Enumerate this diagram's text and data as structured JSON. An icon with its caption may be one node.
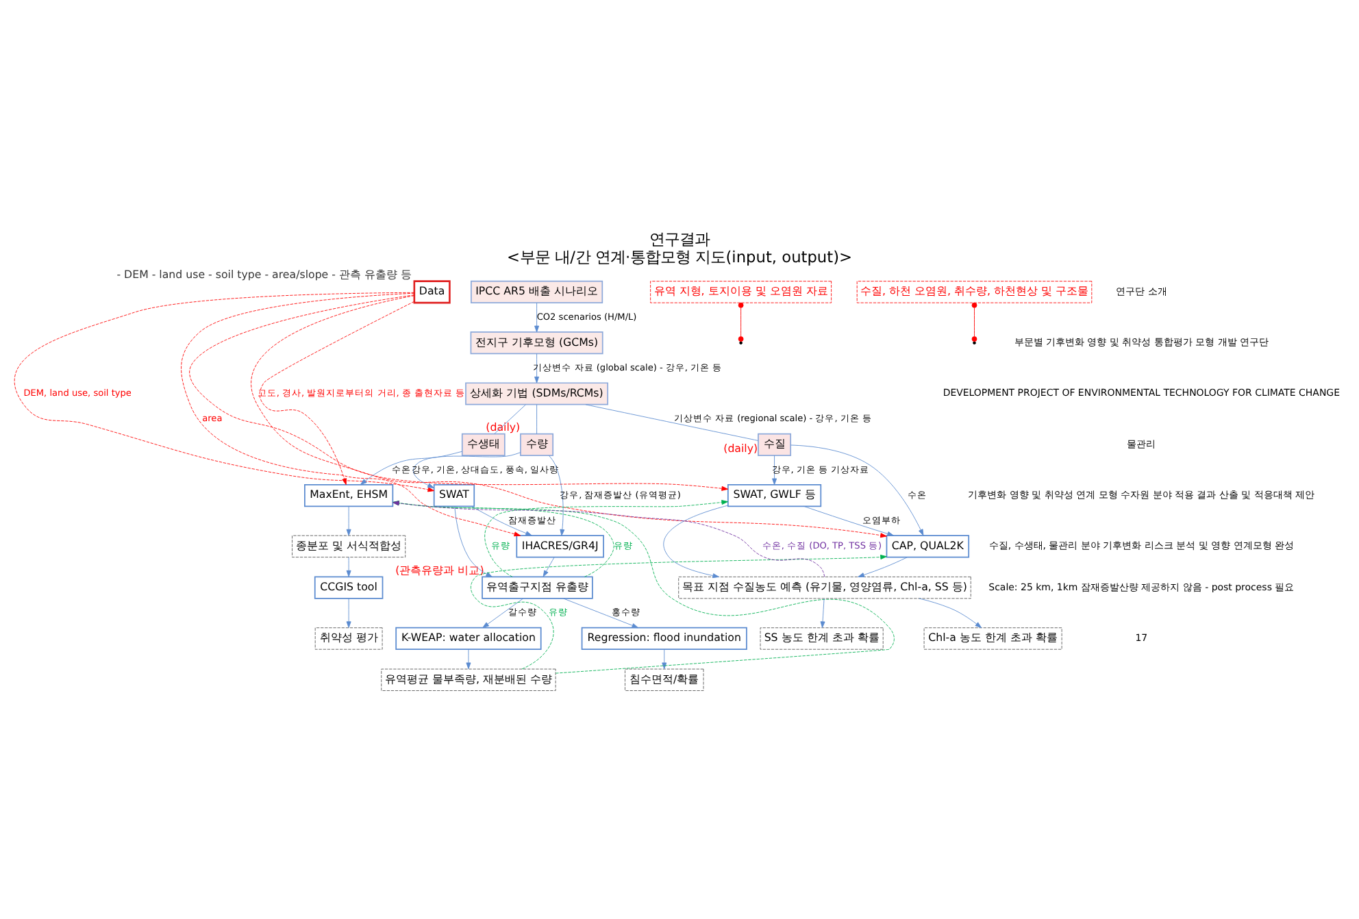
{
  "diagram": {
    "title": "연구결과",
    "caption": "<부문 내/간 연계·통합모형 지도(input, output)>",
    "nodes": [
      {
        "text": [
          "Data"
        ],
        "beside": [
          "- DEM - land use - soil type - area/slope - 관측 유출량 등"
        ]
      },
      {
        "text": [
          "IPCC AR5 배출 시나리오"
        ]
      },
      {
        "text": [
          "전지구 기후모형 (GCMs)"
        ]
      },
      {
        "text": [
          "상세화 기법 (SDMs/RCMs)"
        ]
      },
      {
        "text": [
          "수량"
        ],
        "beside": [
          "(daily)"
        ]
      },
      {
        "text": [
          "수질"
        ],
        "beside": [
          "(daily)"
        ]
      },
      {
        "text": [
          "수생태"
        ]
      },
      {
        "text": [
          "SWAT"
        ]
      },
      {
        "text": [
          "IHACRES/GR4J"
        ]
      },
      {
        "text": [
          "유역출구지점 유출량"
        ],
        "beside": [
          "(관측유량과 비교)"
        ]
      },
      {
        "text": [
          "Regression: flood inundation"
        ]
      },
      {
        "text": [
          "K-WEAP: water allocation"
        ]
      },
      {
        "text": [
          "침수면적/확률"
        ]
      },
      {
        "text": [
          "유역평균 물부족량, 재분배된 수량"
        ]
      },
      {
        "text": [
          "SWAT, GWLF 등"
        ]
      },
      {
        "text": [
          "CAP, QUAL2K"
        ]
      },
      {
        "text": [
          "목표 지점 수질농도 예측 (유기물, 영양염류, Chl-a, SS 등)"
        ]
      },
      {
        "text": [
          "Chl-a 농도 한계 초과 확률"
        ]
      },
      {
        "text": [
          "SS 농도 한계 초과 확률"
        ]
      },
      {
        "text": [
          "MaxEnt, EHSM"
        ]
      },
      {
        "text": [
          "종분포 및 서식적합성"
        ]
      },
      {
        "text": [
          "CCGIS tool"
        ]
      },
      {
        "text": [
          "취약성 평가"
        ]
      },
      {
        "text": [
          "유역 지형, 토지이용 및 오염원 자료"
        ]
      },
      {
        "text": [
          "수질, 하천 오염원, 취수량, 하천현상 및 구조물"
        ]
      }
    ],
    "edges": [
      {
        "from": 1,
        "to": 2,
        "arrow": "to",
        "label": "CO2 scenarios (H/M/L)"
      },
      {
        "from": 2,
        "to": 3,
        "arrow": "to",
        "label": "기상변수 자료 (global scale) - 강우, 기온 등"
      },
      {
        "from": 3,
        "to": 4,
        "arrow": "none"
      },
      {
        "from": 3,
        "to": 5,
        "arrow": "none",
        "label": "기상변수 자료 (regional scale) - 강우, 기온 등"
      },
      {
        "from": 3,
        "to": 6,
        "arrow": "none"
      },
      {
        "from": 4,
        "to": 7,
        "arrow": "to",
        "label": "강우, 기온, 상대습도, 풍속, 일사량"
      },
      {
        "from": 4,
        "to": 8,
        "arrow": "to",
        "label": "강우, 잠재증발산 (유역평균)"
      },
      {
        "from": 7,
        "to": 8,
        "arrow": "to",
        "label": "잠재증발산"
      },
      {
        "from": 7,
        "to": 9,
        "arrow": "to"
      },
      {
        "from": 8,
        "to": 9,
        "arrow": "to"
      },
      {
        "from": 9,
        "to": 10,
        "arrow": "to",
        "label": "홍수량"
      },
      {
        "from": 9,
        "to": 11,
        "arrow": "to",
        "label": "갈수량"
      },
      {
        "from": 10,
        "to": 12,
        "arrow": "to"
      },
      {
        "from": 11,
        "to": 13,
        "arrow": "to"
      },
      {
        "from": 5,
        "to": 14,
        "arrow": "to",
        "label": "강우, 기온 등 기상자료"
      },
      {
        "from": 5,
        "to": 15,
        "arrow": "to",
        "label": "수온"
      },
      {
        "from": 14,
        "to": 15,
        "arrow": "to",
        "label": "오염부하"
      },
      {
        "from": 14,
        "to": 16,
        "arrow": "to"
      },
      {
        "from": 15,
        "to": 16,
        "arrow": "to"
      },
      {
        "from": 16,
        "to": 17,
        "arrow": "to"
      },
      {
        "from": 16,
        "to": 18,
        "arrow": "to"
      },
      {
        "from": 6,
        "to": 19,
        "arrow": "to",
        "label": "수온"
      },
      {
        "from": 19,
        "to": 20,
        "arrow": "to"
      },
      {
        "from": 20,
        "to": 21,
        "arrow": "to"
      },
      {
        "from": 21,
        "to": 22,
        "arrow": "to"
      },
      {
        "from": 0,
        "to": 7,
        "arrow": "to",
        "style": "dashed",
        "color": "#ff0000",
        "label": "DEM, land use, soil type"
      },
      {
        "from": 0,
        "to": 8,
        "arrow": "to",
        "style": "dashed",
        "color": "#ff0000",
        "label": "area"
      },
      {
        "from": 0,
        "to": 14,
        "arrow": "to",
        "style": "dashed",
        "color": "#ff0000"
      },
      {
        "from": 0,
        "to": 15,
        "arrow": "to",
        "style": "dashed",
        "color": "#ff0000"
      },
      {
        "from": 0,
        "to": 19,
        "arrow": "to",
        "style": "dashed",
        "color": "#ff0000",
        "label": "고도, 경사, 발원지로부터의 거리, 종 출현자료 등"
      },
      {
        "from": 9,
        "to": 14,
        "arrow": "to",
        "style": "dashed",
        "color": "#00b050",
        "label": "유량"
      },
      {
        "from": 9,
        "to": 19,
        "arrow": "to",
        "style": "dashed",
        "color": "#00b050",
        "label": "유량"
      },
      {
        "from": 13,
        "to": 15,
        "arrow": "to",
        "style": "dashed",
        "color": "#00b050",
        "label": "유량"
      },
      {
        "from": 13,
        "to": 19,
        "arrow": "to",
        "style": "dashed",
        "color": "#00b050"
      },
      {
        "from": 16,
        "to": 19,
        "arrow": "to",
        "style": "dashed",
        "color": "#7030a0",
        "label": "수온, 수질 (DO, TP, TSS 등)"
      },
      {
        "from": 23,
        "to": null,
        "arrow": "other",
        "color": "#ff0000"
      },
      {
        "from": 24,
        "to": null,
        "arrow": "other",
        "color": "#ff0000"
      }
    ],
    "labels": [
      "연구단 소개",
      "부문별 기후변화 영향 및 취약성 통합평가 모형 개발 연구단",
      "DEVELOPMENT PROJECT OF ENVIRONMENTAL TECHNOLOGY FOR CLIMATE CHANGE",
      "물관리",
      "기후변화 영향 및 취약성 연계 모형 수자원 분야 적용 결과 산출 및 적응대책 제안",
      "수질, 수생태, 물관리 분야 기후변화 리스크 분석 및 영향 연계모형 완성",
      "Scale: 25 km, 1km 잠재증발산량 제공하지 않음 - post process 필요",
      "17"
    ]
  }
}
